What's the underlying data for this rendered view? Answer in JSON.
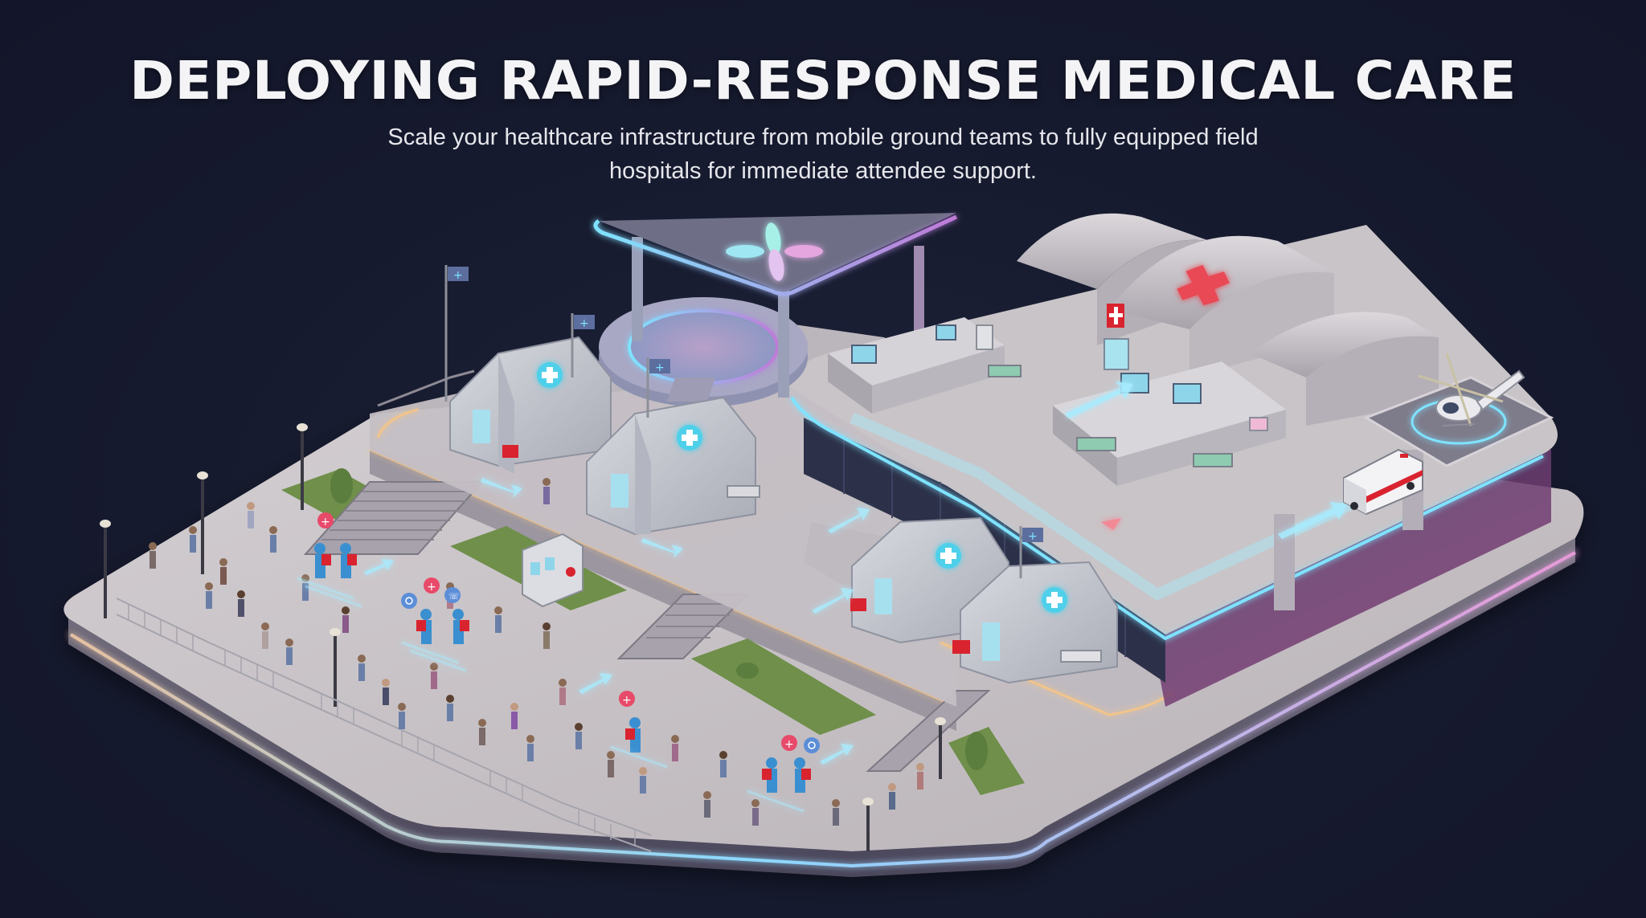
{
  "header": {
    "title": "DEPLOYING RAPID-RESPONSE MEDICAL CARE",
    "subtitle_line1": "Scale your healthcare infrastructure from mobile ground teams to fully equipped field",
    "subtitle_line2": "hospitals for immediate attendee support."
  },
  "colors": {
    "background": "#161a2e",
    "headline": "#f4f4f6",
    "glow_cyan": "#7fe3ff",
    "glow_pink": "#e79ad8",
    "glow_warm": "#f2c48a",
    "medical_red": "#e0323c",
    "medical_cyan": "#4fd0ea",
    "platform": "#c9c4c6",
    "platform_shadow": "#8f8a93",
    "tent": "#c6c8cf"
  },
  "illustration": {
    "description": "Isometric event medical deployment scene",
    "zones": [
      {
        "id": "crowd-area",
        "label": "Attendee crowd with mobile medic teams"
      },
      {
        "id": "triage-tents",
        "label": "Field triage tents"
      },
      {
        "id": "central-canopy",
        "label": "Central canopy with glowing logo"
      },
      {
        "id": "field-hospital",
        "label": "Field hospital with treatment rooms"
      },
      {
        "id": "helipad",
        "label": "Helipad with medical helicopter"
      },
      {
        "id": "ambulance",
        "label": "Ambulance bay"
      }
    ],
    "icons": [
      "medical-cross-icon",
      "chat-bubble-icon",
      "phone-bubble-icon",
      "flow-arrow-icon",
      "flag-icon",
      "helicopter-icon",
      "ambulance-icon",
      "street-lamp-icon"
    ]
  }
}
